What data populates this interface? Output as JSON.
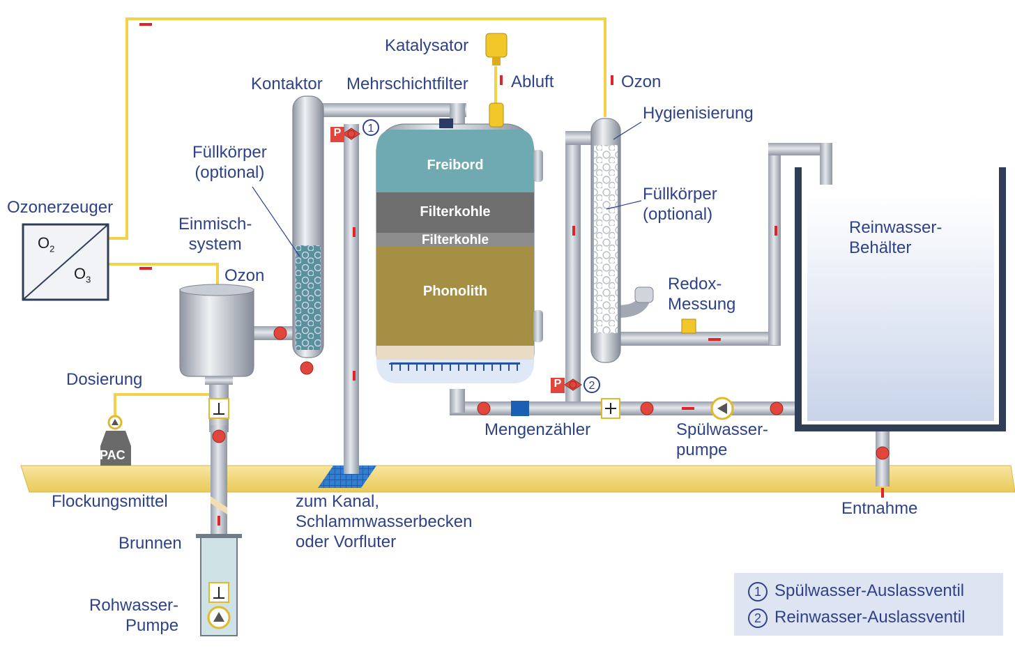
{
  "labels": {
    "katalysator": "Katalysator",
    "kontaktor": "Kontaktor",
    "mehrschichtfilter": "Mehrschichtfilter",
    "abluft": "Abluft",
    "ozon_top": "Ozon",
    "hygienisierung": "Hygienisierung",
    "fuellkoerper_left": "Füllkörper\n(optional)",
    "fuellkoerper_right": "Füllkörper\n(optional)",
    "ozonerzeuger": "Ozonerzeuger",
    "einmischsystem": "Einmisch-\nsystem",
    "ozon_mid": "Ozon",
    "reinwasser_behaelter": "Reinwasser-\nBehälter",
    "redox_messung": "Redox-\nMessung",
    "dosierung": "Dosierung",
    "pac": "PAC",
    "flockungsmittel": "Flockungsmittel",
    "brunnen": "Brunnen",
    "rohwasser_pumpe": "Rohwasser-\nPumpe",
    "zum_kanal": "zum Kanal,\nSchlammwasserbecken\noder Vorfluter",
    "mengenzaehler": "Mengenzähler",
    "spuelwasserpumpe": "Spülwasser-\npumpe",
    "entnahme": "Entnahme",
    "valve_marker_1": "1",
    "valve_marker_2": "2",
    "pressure_p": "P"
  },
  "filter_layers": {
    "freibord": "Freibord",
    "filterkohle_1": "Filterkohle",
    "filterkohle_2": "Filterkohle",
    "phonolith": "Phonolith"
  },
  "ozone_generator": {
    "o2": "O",
    "o2_sub": "2",
    "o3": "O",
    "o3_sub": "3"
  },
  "legend": [
    {
      "marker": "1",
      "text": "Spülwasser-Auslassventil"
    },
    {
      "marker": "2",
      "text": "Reinwasser-Auslassventil"
    }
  ],
  "colors": {
    "pipe": "#b9bfc9",
    "ozone_line": "#f3d24a",
    "ground": "#f2d87a",
    "freibord": "#6fa9b1",
    "filterkohle": "#6e6e6e",
    "phonolith": "#a58f45",
    "valve": "#e0463c",
    "arrow": "#e0242a",
    "text": "#2e428a"
  }
}
